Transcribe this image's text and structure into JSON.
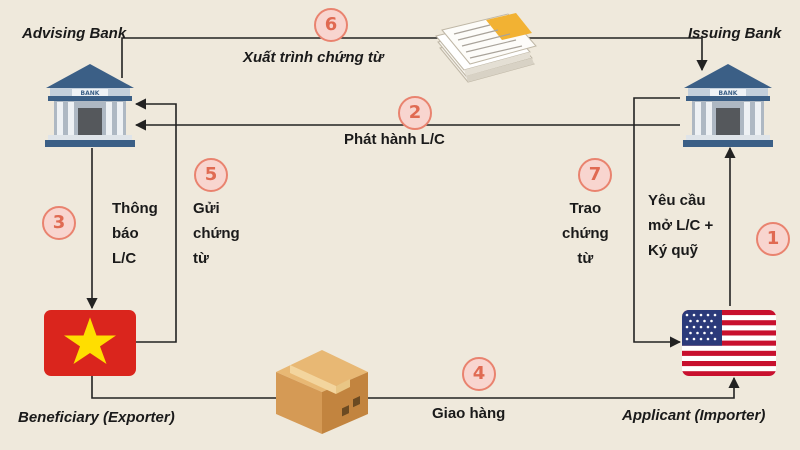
{
  "parties": {
    "advising_bank": "Advising Bank",
    "issuing_bank": "Issuing Bank",
    "beneficiary": "Beneficiary (Exporter)",
    "applicant": "Applicant (Importer)"
  },
  "icons": {
    "bank": "bank-icon",
    "vietnam_flag": "vietnam-flag-icon",
    "usa_flag": "usa-flag-icon",
    "documents": "documents-icon",
    "box": "box-icon",
    "bank_sign_text": "BANK"
  },
  "colors": {
    "background": "#efe9dc",
    "badge_fill": "#f8d5cf",
    "badge_text": "#e06a52",
    "bank_roof": "#3b5f86",
    "vietnam_red": "#da251d",
    "vietnam_star": "#ffde00",
    "usa_red": "#c8102e",
    "usa_blue": "#2b3a7a"
  },
  "steps": [
    {
      "number": "1",
      "label": "Yêu cầu\nmở L/C +\nKý quỹ"
    },
    {
      "number": "2",
      "label": "Phát hành L/C"
    },
    {
      "number": "3",
      "label": "Thông\nbáo\nL/C"
    },
    {
      "number": "4",
      "label": "Giao hàng"
    },
    {
      "number": "5",
      "label": "Gửi\nchứng\ntừ"
    },
    {
      "number": "6",
      "label": "Xuất trình chứng từ"
    },
    {
      "number": "7",
      "label": "Trao\nchứng\ntừ"
    }
  ]
}
